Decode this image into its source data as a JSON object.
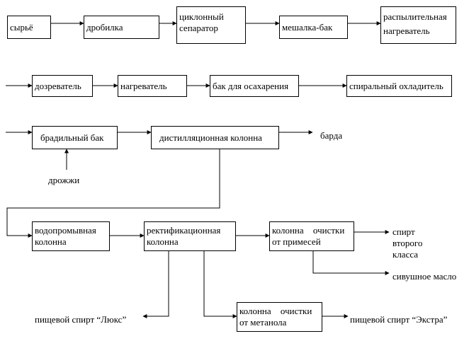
{
  "nodes": {
    "raw": "сырьё",
    "crusher": "дробилка",
    "cyclone": [
      "циклонный",
      "сепаратор"
    ],
    "mixer": "мешалка-бак",
    "spray_heater": [
      "распылительная",
      "нагреватель"
    ],
    "maturer": "дозреватель",
    "heater": "нагреватель",
    "saccharification": "бак для осахарения",
    "spiral_cooler": "спиральный охладитель",
    "fermentation": "брадильный бак",
    "distillation": "дистилляционная колонна",
    "stillage": "барда",
    "yeast": "дрожжи",
    "water_wash": [
      "водопромывная",
      "колонна"
    ],
    "rectification": [
      "ректификационная",
      "колонна"
    ],
    "impurity_cleaning": [
      "колонна очистки",
      "от примесей"
    ],
    "second_grade": [
      "спирт второго",
      "класса"
    ],
    "fusel_oil": "сивушное масло",
    "methanol_cleaning": [
      "колонна очистки",
      "от метанола"
    ],
    "lux": "пищевой спирт “Люкс”",
    "extra": "пищевой спирт “Экстра”"
  }
}
